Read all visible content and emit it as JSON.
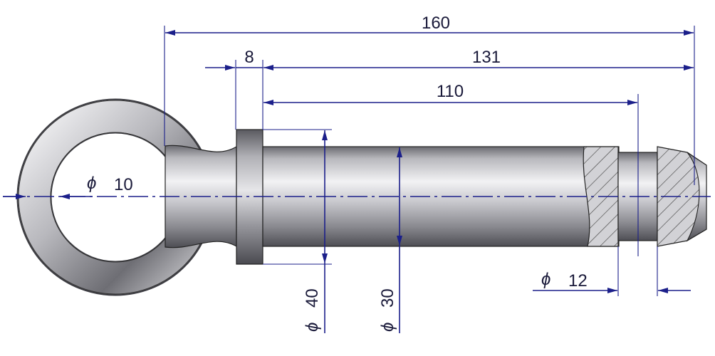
{
  "dimensions": {
    "overall_length": "160",
    "pin_length": "131",
    "groove_position": "110",
    "collar_width": "8",
    "ring_wire": "10",
    "collar_diameter": "40",
    "shaft_diameter": "30",
    "groove_diameter": "12"
  },
  "symbols": {
    "diameter": "ϕ"
  },
  "colors": {
    "dimension": "#1b1f8a",
    "text": "#1a1a3a",
    "steel_light": "#e9e9ec",
    "steel_dark": "#5c5c62"
  }
}
